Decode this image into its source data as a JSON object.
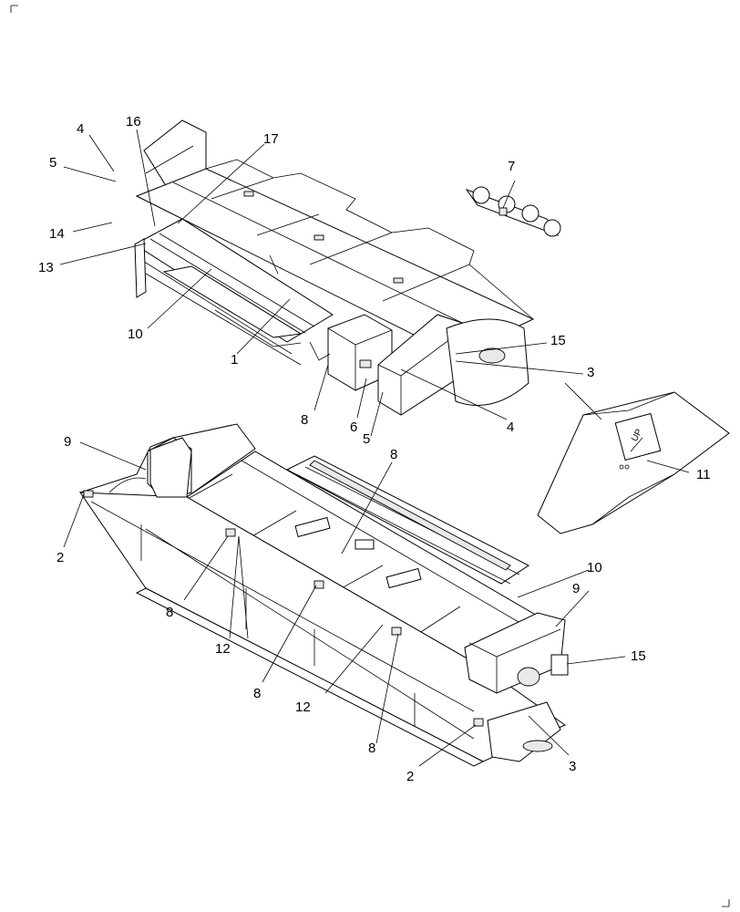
{
  "callouts": {
    "c1": "1",
    "c2a": "2",
    "c2b": "2",
    "c3a": "3",
    "c3b": "3",
    "c4a": "4",
    "c4b": "4",
    "c5a": "5",
    "c5b": "5",
    "c6": "6",
    "c7": "7",
    "c8a": "8",
    "c8b": "8",
    "c8c": "8",
    "c8d": "8",
    "c8e": "8",
    "c9a": "9",
    "c9b": "9",
    "c10a": "10",
    "c10b": "10",
    "c11": "11",
    "c12a": "12",
    "c12b": "12",
    "c13": "13",
    "c14": "14",
    "c15a": "15",
    "c15b": "15",
    "c16": "16",
    "c17": "17"
  },
  "decal_text": "UP"
}
